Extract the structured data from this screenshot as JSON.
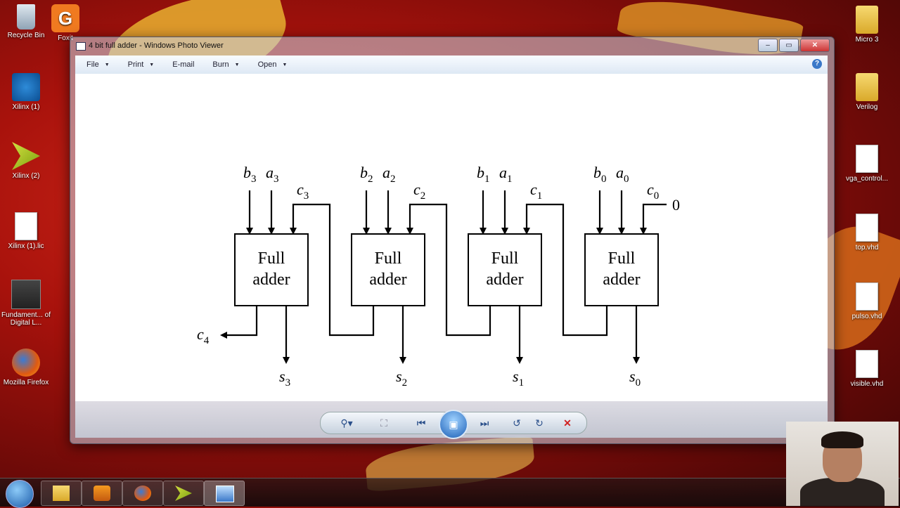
{
  "desktop": {
    "left_icons": [
      {
        "label": "Recycle Bin",
        "icon": "recycle-bin-icon"
      },
      {
        "label": "Foxit",
        "icon": "foxit-icon"
      },
      {
        "label": "Xilinx (1)",
        "icon": "xilinx-icon"
      },
      {
        "label": "Xilinx (2)",
        "icon": "xilinx-arrow-icon"
      },
      {
        "label": "Xilinx (1).lic",
        "icon": "file-icon"
      },
      {
        "label": "Fundament... of Digital L...",
        "icon": "book-icon"
      },
      {
        "label": "Mozilla Firefox",
        "icon": "firefox-icon"
      }
    ],
    "right_icons": [
      {
        "label": "Micro 3",
        "icon": "folder-icon"
      },
      {
        "label": "Verilog",
        "icon": "folder-icon"
      },
      {
        "label": "vga_control...",
        "icon": "file-icon"
      },
      {
        "label": "top.vhd",
        "icon": "file-icon"
      },
      {
        "label": "pulso.vhd",
        "icon": "file-icon"
      },
      {
        "label": "visible.vhd",
        "icon": "file-icon"
      }
    ]
  },
  "window": {
    "title": "4 bit full adder - Windows Photo Viewer",
    "buttons": {
      "minimize": "–",
      "maximize": "▭",
      "close": "✕"
    },
    "menu": [
      {
        "label": "File",
        "arrow": "▼"
      },
      {
        "label": "Print",
        "arrow": "▼"
      },
      {
        "label": "E-mail",
        "arrow": ""
      },
      {
        "label": "Burn",
        "arrow": "▼"
      },
      {
        "label": "Open",
        "arrow": "▼"
      }
    ],
    "help": "?"
  },
  "diagram": {
    "block_label_line1": "Full",
    "block_label_line2": "adder",
    "inputs": [
      {
        "b": "b",
        "bi": "3",
        "a": "a",
        "ai": "3"
      },
      {
        "b": "b",
        "bi": "2",
        "a": "a",
        "ai": "2"
      },
      {
        "b": "b",
        "bi": "1",
        "a": "a",
        "ai": "1"
      },
      {
        "b": "b",
        "bi": "0",
        "a": "a",
        "ai": "0"
      }
    ],
    "carries": [
      {
        "c": "c",
        "ci": "3"
      },
      {
        "c": "c",
        "ci": "2"
      },
      {
        "c": "c",
        "ci": "1"
      },
      {
        "c": "c",
        "ci": "0"
      }
    ],
    "carry_in_value": "0",
    "carry_out": {
      "c": "c",
      "ci": "4"
    },
    "sums": [
      {
        "s": "s",
        "si": "3"
      },
      {
        "s": "s",
        "si": "2"
      },
      {
        "s": "s",
        "si": "1"
      },
      {
        "s": "s",
        "si": "0"
      }
    ]
  },
  "controls": {
    "zoom": "⚲▾",
    "fit": "⛶",
    "previous": "⏮",
    "slideshow": "▣",
    "next": "⏭",
    "rotate_ccw": "↺",
    "rotate_cw": "↻",
    "delete": "✕"
  },
  "colors": {
    "accent": "#2a4f8a",
    "delete": "#d02020",
    "desktop": "#a8120c"
  }
}
